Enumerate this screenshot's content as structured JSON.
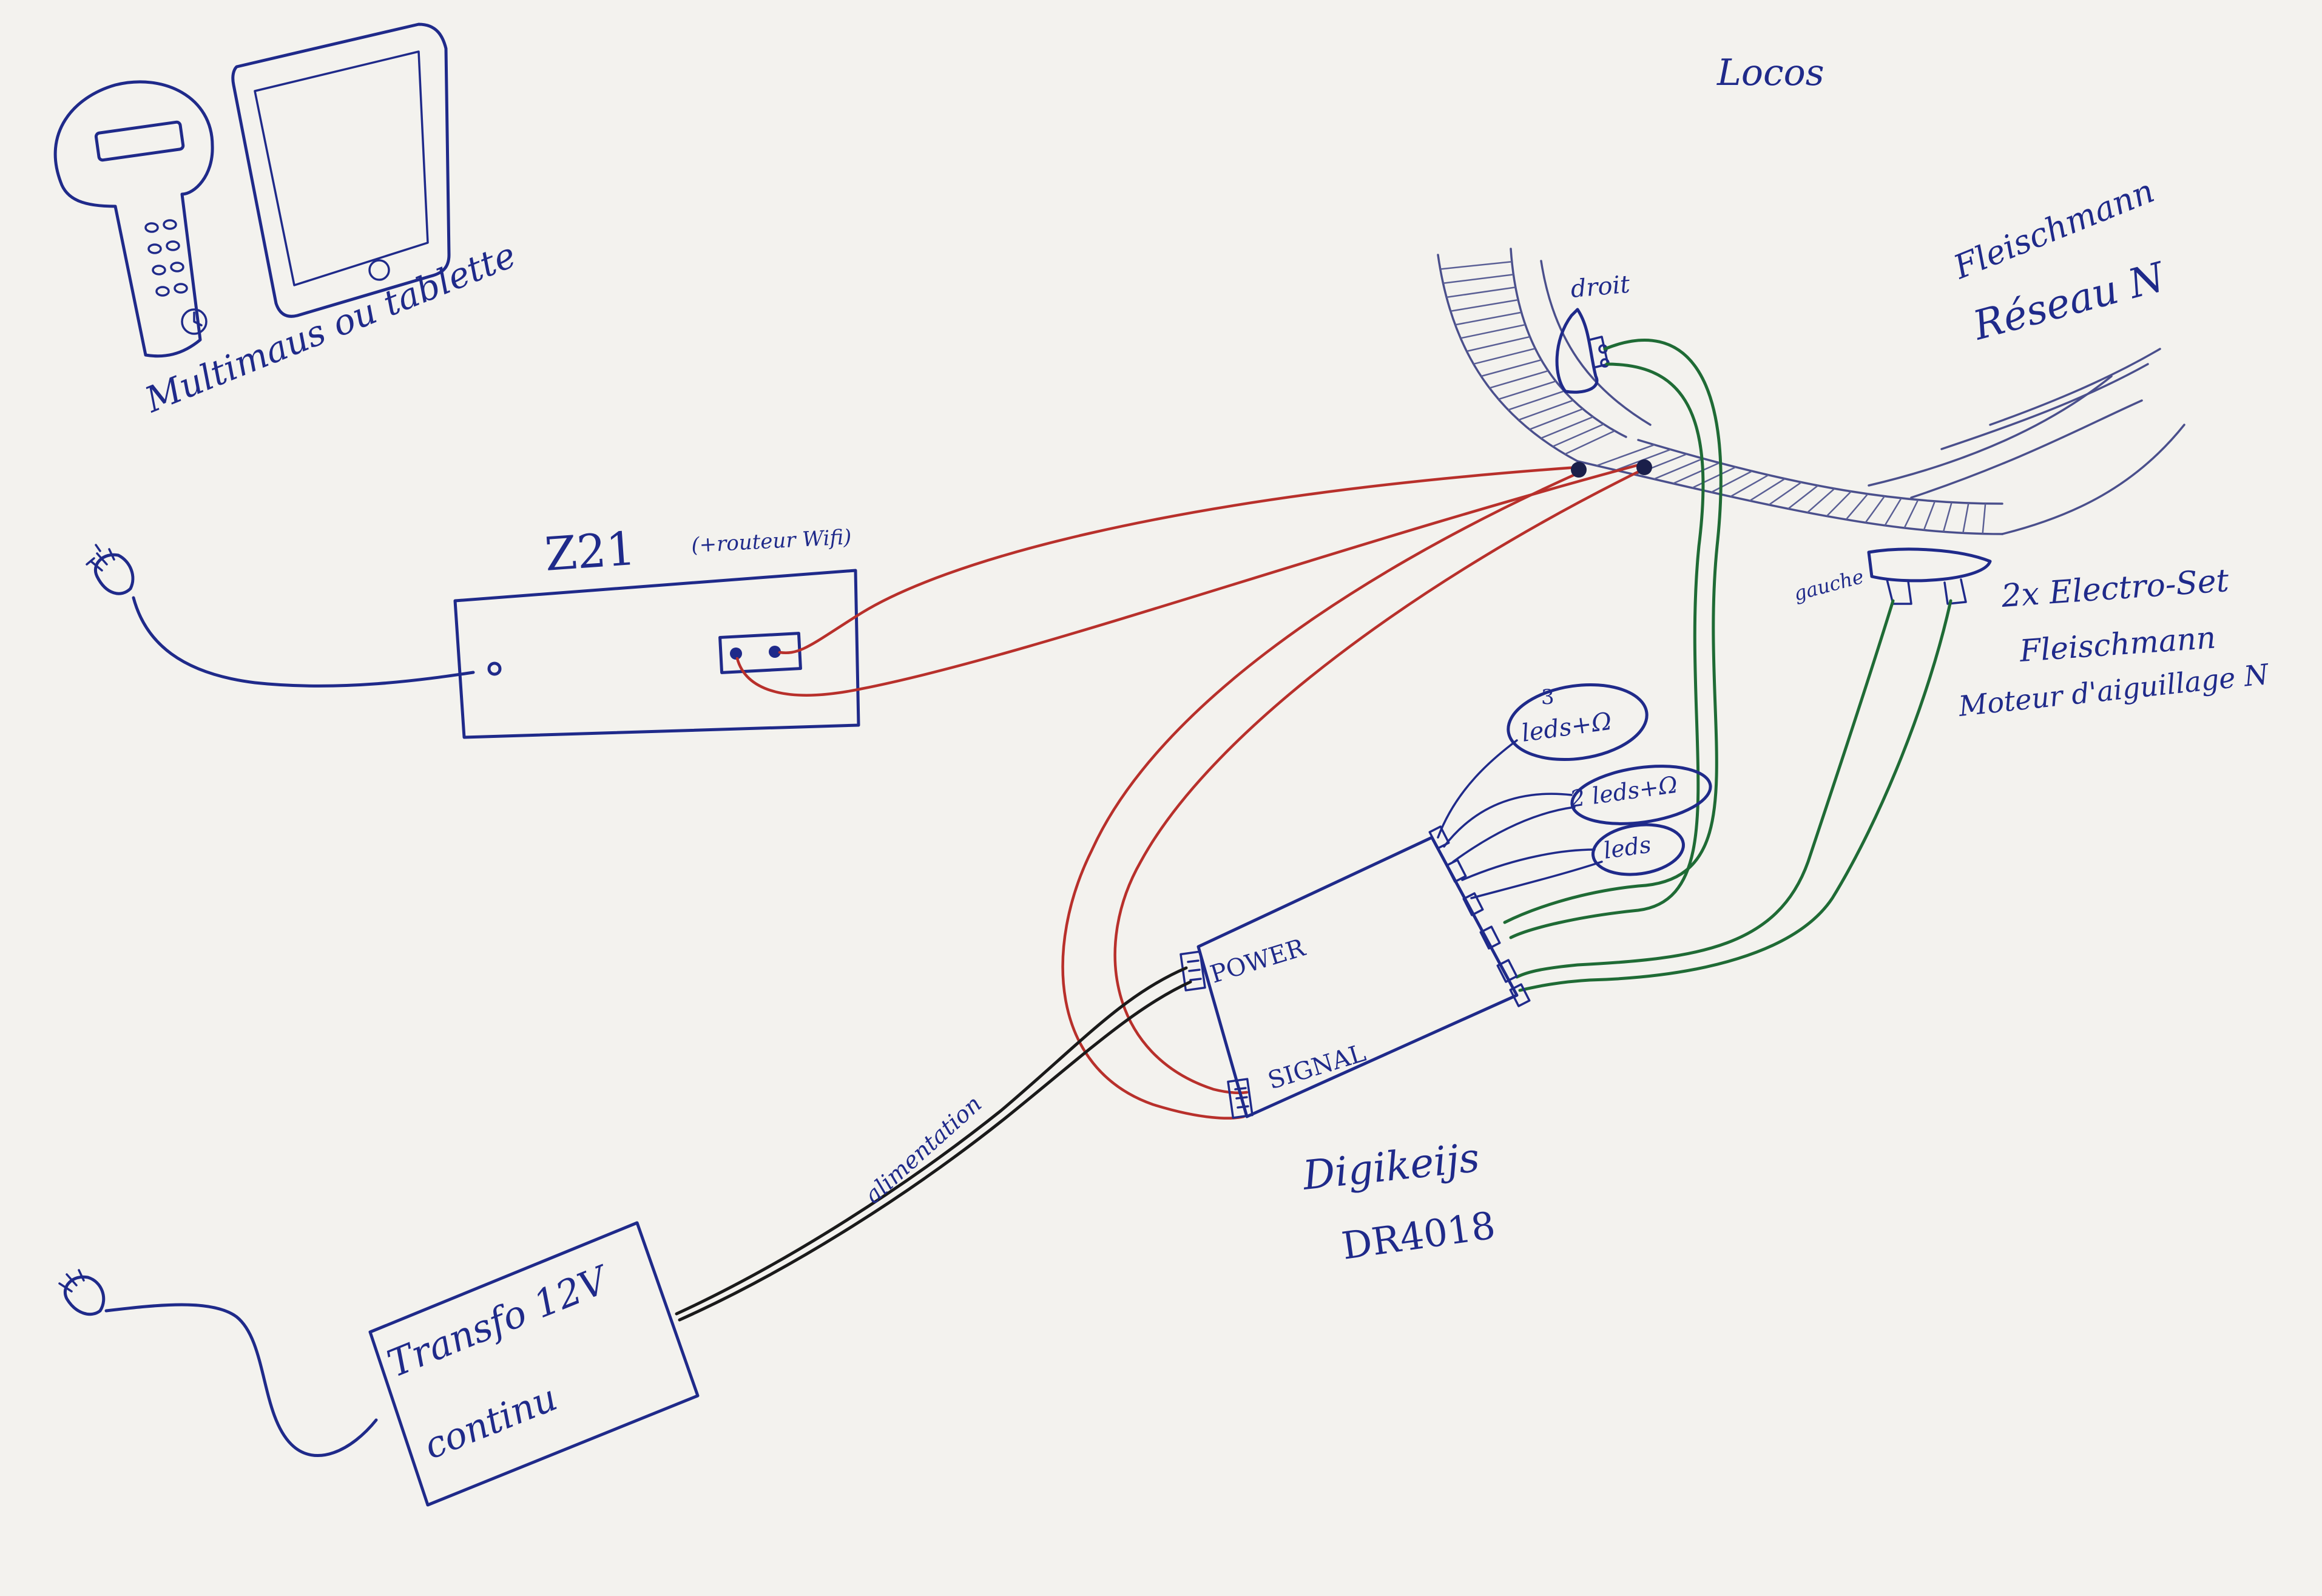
{
  "labels": {
    "handsets": "Multimaus ou tablette",
    "locos": "Locos",
    "network_line1": "Fleischmann",
    "network_line2": "Réseau N",
    "straight": "droit",
    "left": "gauche",
    "electro_line1": "2x Electro-Set",
    "electro_line2": "Fleischmann",
    "electro_line3": "Moteur d'aiguillage N",
    "z21": "Z21",
    "z21_note": "(+routeur Wifi)",
    "power": "POWER",
    "signal": "SIGNAL",
    "leds_a_sup": "3",
    "leds_a": "leds+Ω",
    "leds_b": "2 leds+Ω",
    "leds_c": "leds",
    "digikeijs_line1": "Digikeijs",
    "digikeijs_line2": "DR4018",
    "supply_wire": "alimentation",
    "transfo_line1": "Transfo 12V",
    "transfo_line2": "continu"
  },
  "colors": {
    "ink": "#1f2a8a",
    "red_wire": "#b8302b",
    "green_wire": "#1f6b35",
    "black_wire": "#1a1a1a",
    "paper": "#f3f2ee"
  }
}
